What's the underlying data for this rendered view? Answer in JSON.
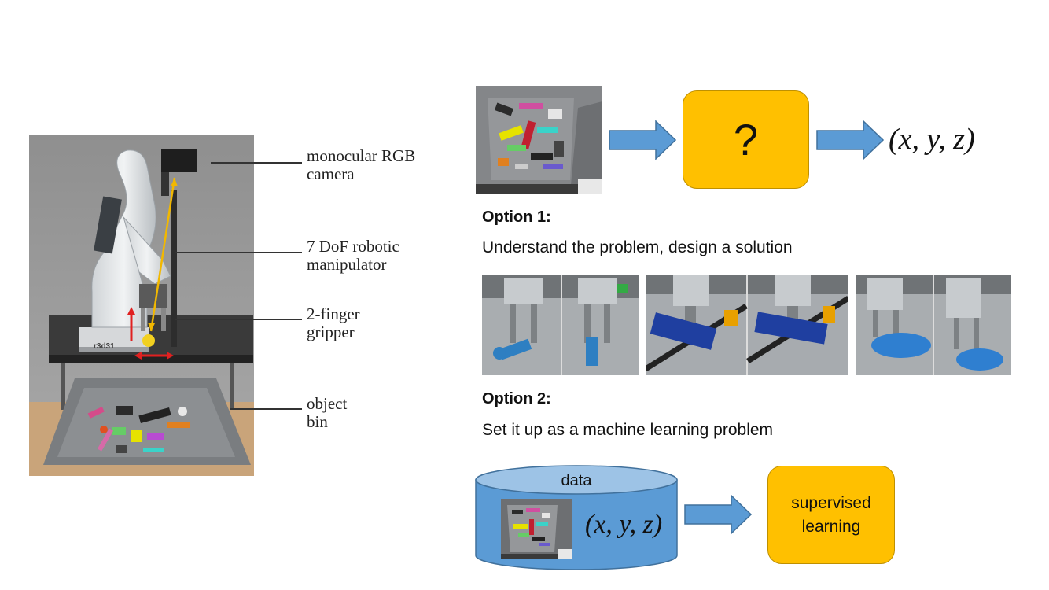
{
  "robot_figure": {
    "callouts": [
      "monocular RGB\ncamera",
      "7 DoF robotic\nmanipulator",
      "2-finger\ngripper",
      "object\nbin"
    ],
    "base_marking": "r3d31"
  },
  "top_flow": {
    "question_mark": "?",
    "output": "(x, y, z)"
  },
  "option1": {
    "heading": "Option 1:",
    "text": "Understand the problem, design a solution"
  },
  "option2": {
    "heading": "Option 2:",
    "text": "Set it up as a machine learning problem"
  },
  "bottom_flow": {
    "data_label": "data",
    "data_output": "(x, y, z)",
    "learner": "supervised\nlearning"
  },
  "colors": {
    "arrow_fill": "#5B9BD5",
    "arrow_stroke": "#41719C",
    "box_fill": "#FFC000",
    "box_stroke": "#BF9000",
    "cylinder_body": "#5B9BD5",
    "cylinder_top": "#9DC3E6"
  }
}
